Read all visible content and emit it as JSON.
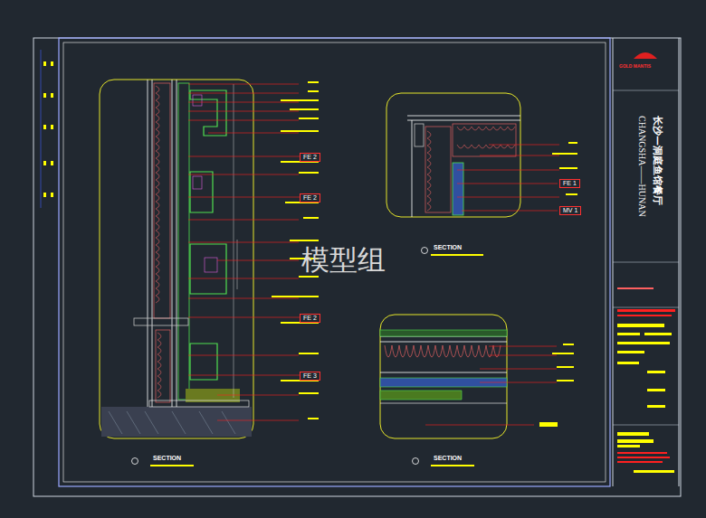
{
  "diagram": {
    "nodes": [
      {
        "text": [
          "FE 2"
        ]
      },
      {
        "text": [
          "FE 2"
        ]
      },
      {
        "text": [
          "FE 2"
        ]
      },
      {
        "text": [
          "FE 3"
        ]
      },
      {
        "text": [
          "FE 1"
        ]
      },
      {
        "text": [
          "MV 1"
        ]
      }
    ],
    "labels": [
      "SECTION",
      "SECTION",
      "SECTION",
      "模型组",
      "GOLD MANTIS",
      "CHANGSHA——HUNAN",
      "长沙—洞庭鱼馆餐厅"
    ]
  }
}
